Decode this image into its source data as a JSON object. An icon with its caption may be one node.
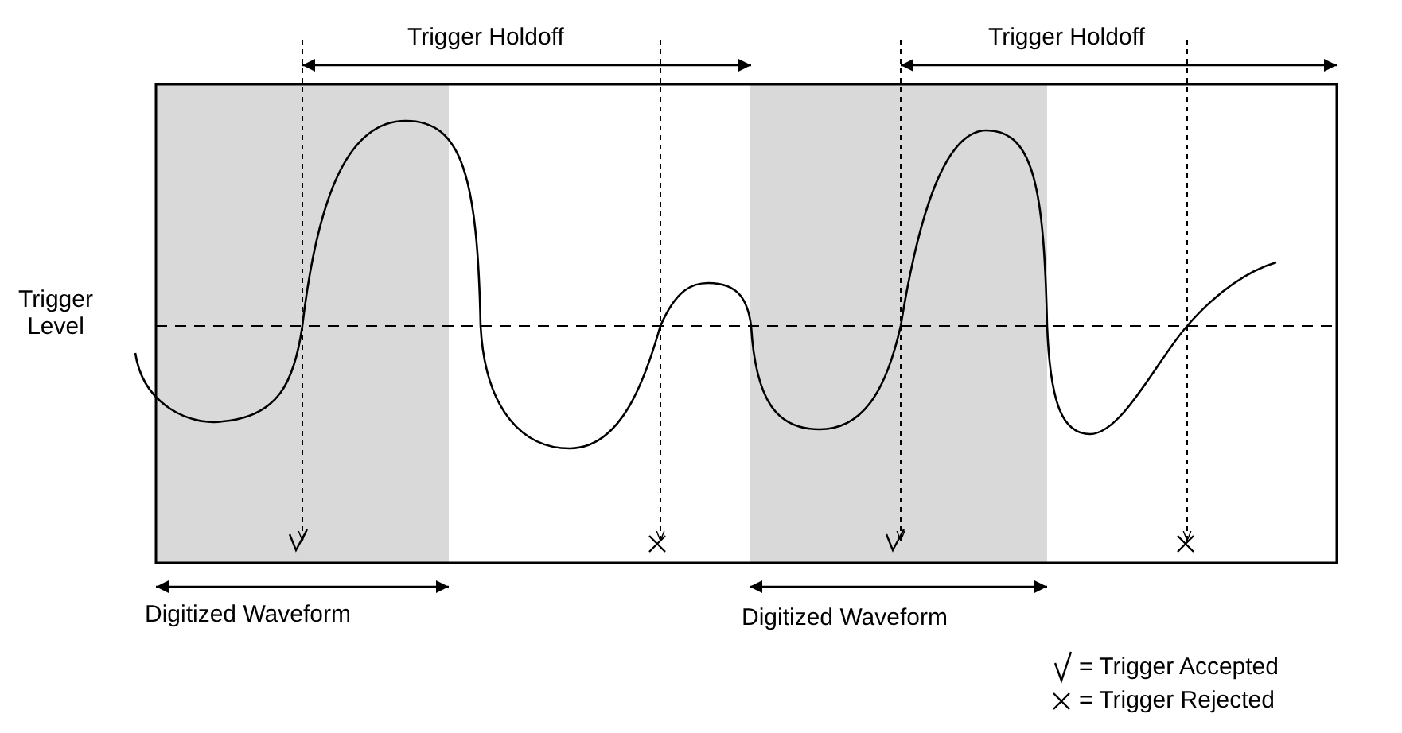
{
  "diagram": {
    "labels": [
      "Trigger Holdoff",
      "Trigger Holdoff",
      "Trigger Level",
      "Digitized Waveform",
      "Digitized Waveform"
    ],
    "legend": [
      {
        "text": "= Trigger Accepted"
      },
      {
        "text": "= Trigger Rejected"
      }
    ]
  }
}
